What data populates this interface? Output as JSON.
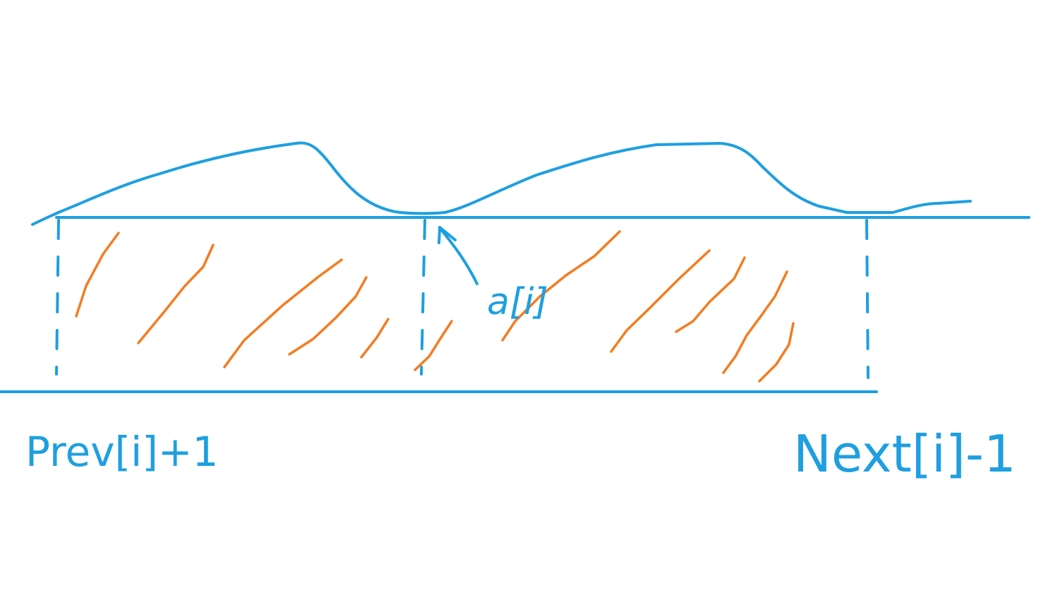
{
  "labels": {
    "a_i": "a[i]",
    "prev": "Prev[i]+1",
    "next": "Next[i]-1"
  },
  "colors": {
    "stroke": "#1e9fe0",
    "hatch": "#f47c20",
    "background": "#ffffff"
  }
}
